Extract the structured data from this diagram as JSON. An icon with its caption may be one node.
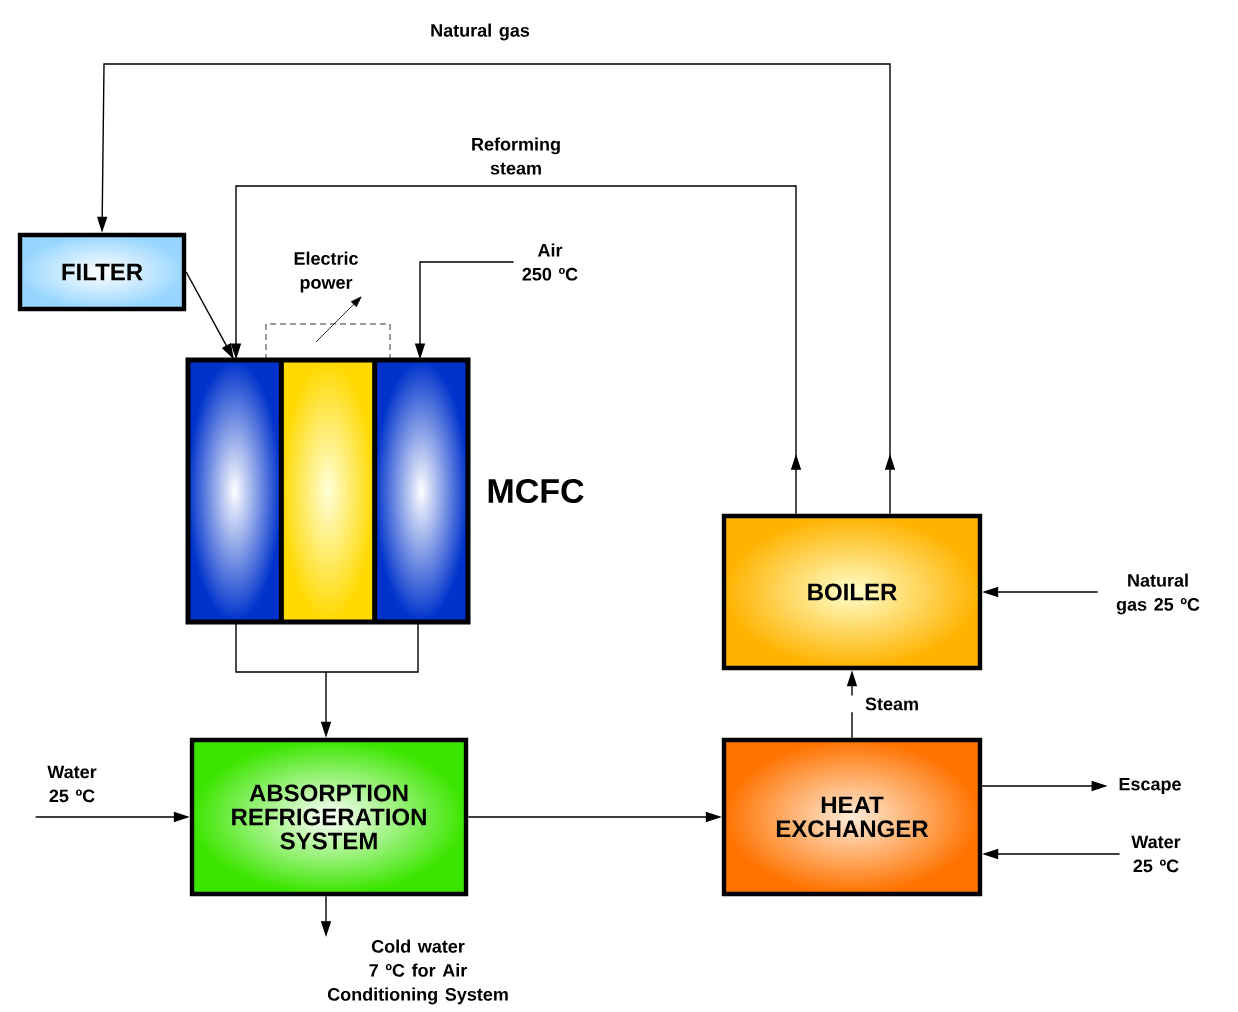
{
  "diagram": {
    "nodes": [
      {
        "text": [
          "FILTER"
        ]
      },
      {
        "text": [
          "MCFC"
        ]
      },
      {
        "text": [
          "BOILER"
        ]
      },
      {
        "text": [
          "ABSORPTION REFRIGERATION SYSTEM"
        ]
      },
      {
        "text": [
          "HEAT EXCHANGER"
        ]
      },
      {
        "text": [
          "Air 250 ºC"
        ]
      },
      {
        "text": [
          "Water 25 ºC"
        ]
      },
      {
        "text": [
          "Natural gas 25 ºC"
        ]
      },
      {
        "text": [
          "Escape"
        ]
      },
      {
        "text": [
          "Water 25 ºC"
        ]
      },
      {
        "text": [
          "Cold water 7 ºC for Air Conditioning System"
        ]
      }
    ],
    "edges": [
      {
        "from": 2,
        "to": 0,
        "arrow": "to",
        "label": "Natural gas"
      },
      {
        "from": 2,
        "to": 1,
        "arrow": "to",
        "label": "Reforming steam"
      },
      {
        "from": 0,
        "to": 1,
        "arrow": "to"
      },
      {
        "from": 5,
        "to": 1,
        "arrow": "to"
      },
      {
        "from": 1,
        "to": 3,
        "arrow": "to"
      },
      {
        "from": 6,
        "to": 3,
        "arrow": "to"
      },
      {
        "from": 3,
        "to": 4,
        "arrow": "to"
      },
      {
        "from": 4,
        "to": 2,
        "arrow": "to",
        "label": "Steam"
      },
      {
        "from": 7,
        "to": 2,
        "arrow": "to"
      },
      {
        "from": 4,
        "to": 8,
        "arrow": "to"
      },
      {
        "from": 9,
        "to": 4,
        "arrow": "to"
      },
      {
        "from": 3,
        "to": 10,
        "arrow": "to"
      }
    ],
    "labels": [
      "Electric power"
    ]
  }
}
